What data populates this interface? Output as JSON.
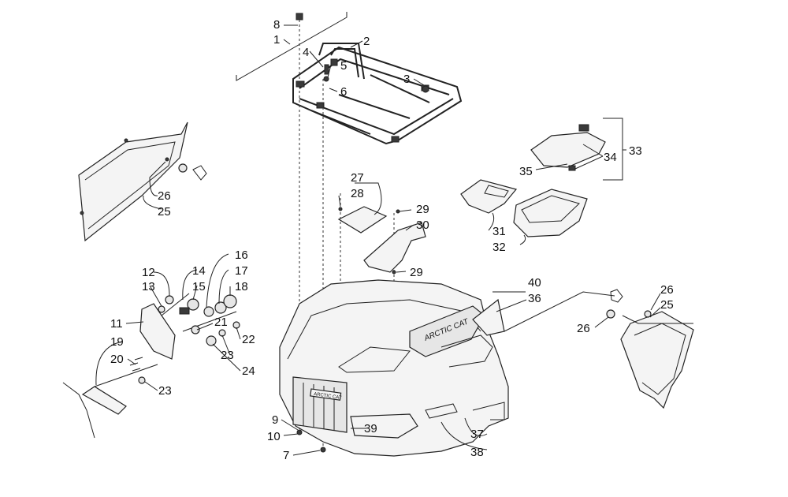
{
  "callouts": [
    {
      "id": "c1",
      "text": "1"
    },
    {
      "id": "c2",
      "text": "2"
    },
    {
      "id": "c3",
      "text": "3"
    },
    {
      "id": "c4",
      "text": "4"
    },
    {
      "id": "c5",
      "text": "5"
    },
    {
      "id": "c6",
      "text": "6"
    },
    {
      "id": "c7",
      "text": "7"
    },
    {
      "id": "c8",
      "text": "8"
    },
    {
      "id": "c9",
      "text": "9"
    },
    {
      "id": "c10",
      "text": "10"
    },
    {
      "id": "c11",
      "text": "11"
    },
    {
      "id": "c12",
      "text": "12"
    },
    {
      "id": "c13",
      "text": "13"
    },
    {
      "id": "c14",
      "text": "14"
    },
    {
      "id": "c15",
      "text": "15"
    },
    {
      "id": "c16",
      "text": "16"
    },
    {
      "id": "c17",
      "text": "17"
    },
    {
      "id": "c18",
      "text": "18"
    },
    {
      "id": "c19",
      "text": "19"
    },
    {
      "id": "c20",
      "text": "20"
    },
    {
      "id": "c21",
      "text": "21"
    },
    {
      "id": "c22",
      "text": "22"
    },
    {
      "id": "c23a",
      "text": "23"
    },
    {
      "id": "c23b",
      "text": "23"
    },
    {
      "id": "c24",
      "text": "24"
    },
    {
      "id": "c25a",
      "text": "25"
    },
    {
      "id": "c25b",
      "text": "25"
    },
    {
      "id": "c26a",
      "text": "26"
    },
    {
      "id": "c26b",
      "text": "26"
    },
    {
      "id": "c26c",
      "text": "26"
    },
    {
      "id": "c27",
      "text": "27"
    },
    {
      "id": "c28",
      "text": "28"
    },
    {
      "id": "c29a",
      "text": "29"
    },
    {
      "id": "c29b",
      "text": "29"
    },
    {
      "id": "c30",
      "text": "30"
    },
    {
      "id": "c31",
      "text": "31"
    },
    {
      "id": "c32",
      "text": "32"
    },
    {
      "id": "c33",
      "text": "33"
    },
    {
      "id": "c34",
      "text": "34"
    },
    {
      "id": "c35",
      "text": "35"
    },
    {
      "id": "c36",
      "text": "36"
    },
    {
      "id": "c37",
      "text": "37"
    },
    {
      "id": "c38",
      "text": "38"
    },
    {
      "id": "c39",
      "text": "39"
    },
    {
      "id": "c40",
      "text": "40"
    }
  ],
  "decal_text": "ARCTIC CAT",
  "grille_text": "ARCTIC CAT"
}
